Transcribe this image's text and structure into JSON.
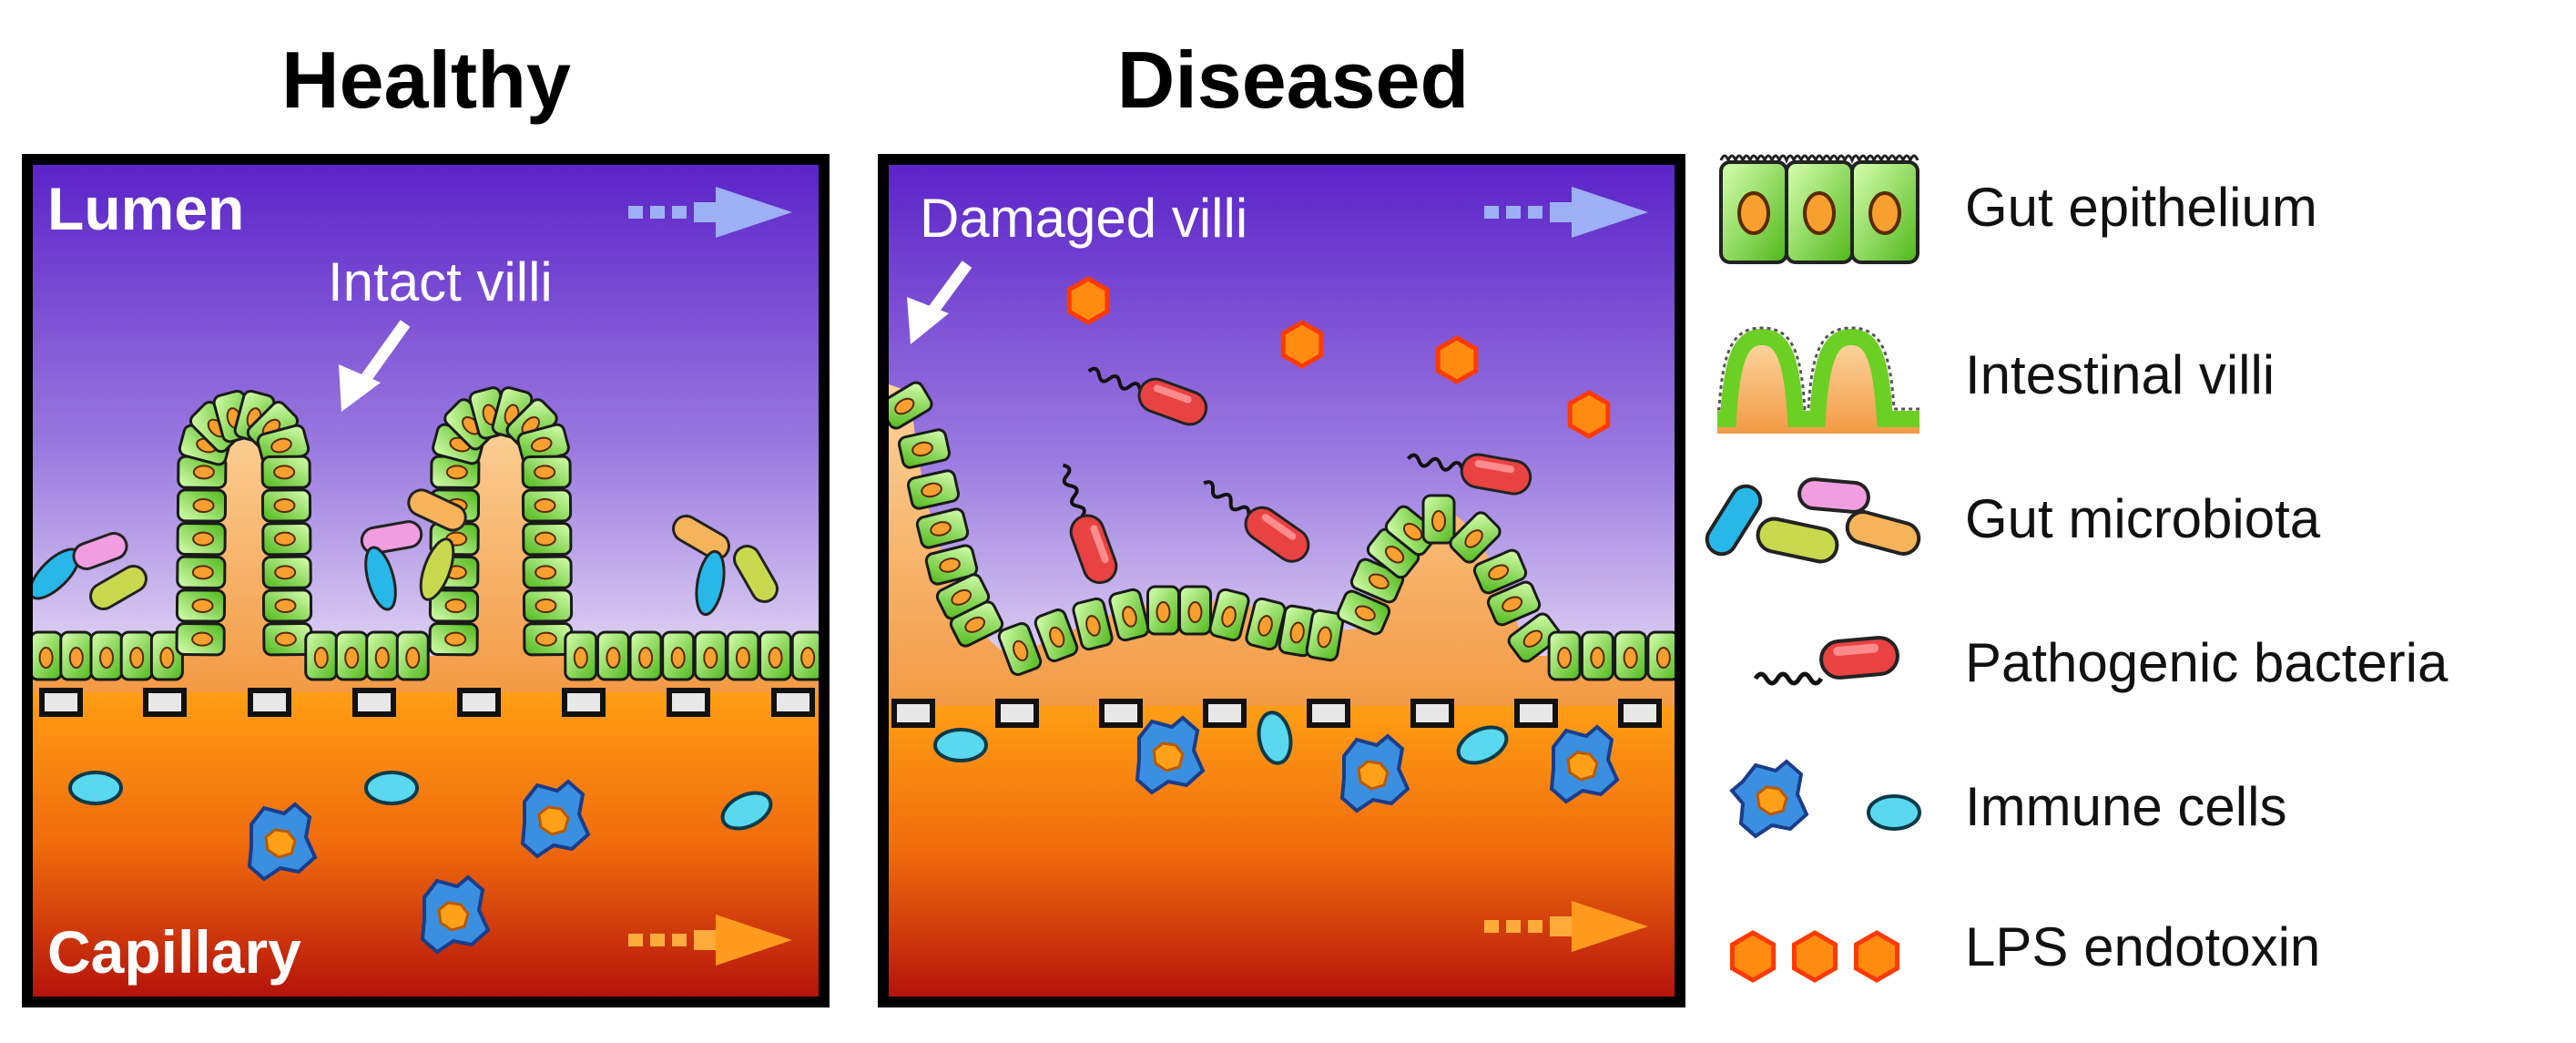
{
  "panels": {
    "healthy": {
      "title": "Healthy",
      "lumen_label": "Lumen",
      "capillary_label": "Capillary",
      "callout": "Intact villi"
    },
    "diseased": {
      "title": "Diseased",
      "callout": "Damaged villi"
    }
  },
  "legend": {
    "items": [
      {
        "label": "Gut epithelium",
        "icon": "gut-epithelium-icon"
      },
      {
        "label": "Intestinal villi",
        "icon": "intestinal-villi-icon"
      },
      {
        "label": "Gut microbiota",
        "icon": "gut-microbiota-icon"
      },
      {
        "label": "Pathogenic bacteria",
        "icon": "pathogenic-bacteria-icon"
      },
      {
        "label": "Immune cells",
        "icon": "immune-cells-icon"
      },
      {
        "label": "LPS endotoxin",
        "icon": "lps-endotoxin-icon"
      }
    ]
  },
  "colors": {
    "lumen_top": "#5a22c8",
    "lumen_bottom": "#e6dcf2",
    "capillary_top": "#ff9a12",
    "capillary_bottom": "#b80f0a",
    "epithelium": "#7ed321",
    "villus_core": "#f5a95a",
    "lps": "#ff7a00",
    "pathogen": "#e84040",
    "immune": "#3a8ee0",
    "immune_small": "#5ad8ef"
  }
}
